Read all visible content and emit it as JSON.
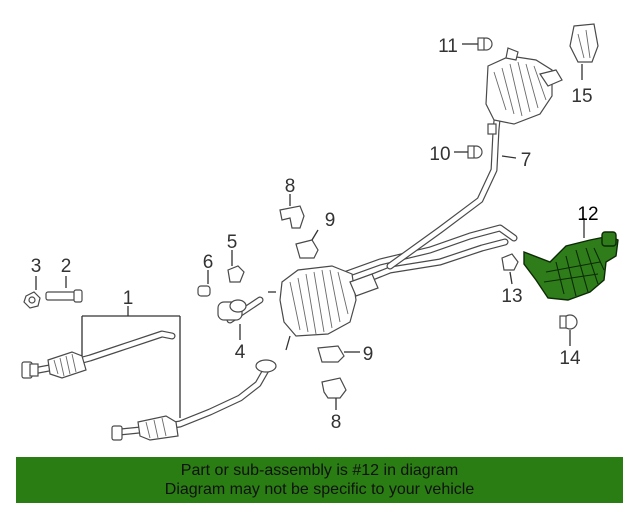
{
  "callouts": {
    "c1": "1",
    "c2": "2",
    "c3": "3",
    "c4": "4",
    "c5": "5",
    "c6": "6",
    "c7": "7",
    "c8a": "8",
    "c8b": "8",
    "c9a": "9",
    "c9b": "9",
    "c10": "10",
    "c11": "11",
    "c12": "12",
    "c13": "13",
    "c14": "14",
    "c15": "15"
  },
  "highlight": {
    "part_number": "12",
    "color": "#2e7d1a"
  },
  "banner": {
    "line1": "Part or sub-assembly is #12 in diagram",
    "line2": "Diagram may not be specific to your vehicle",
    "background": "#2a7d12"
  }
}
